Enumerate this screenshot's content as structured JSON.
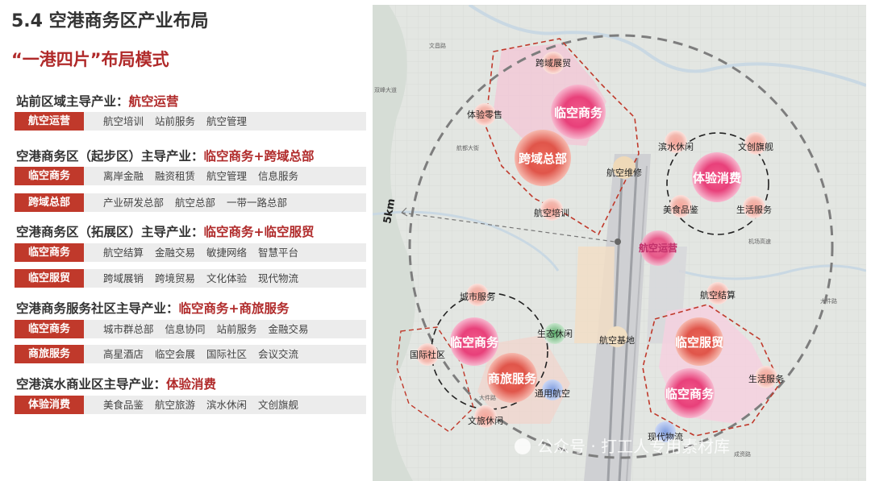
{
  "header": {
    "title": "5.4 空港商务区产业布局",
    "subtitle": "“一港四片”布局模式"
  },
  "sections": [
    {
      "head_prefix": "站前区域主导产业：",
      "head_highlight": "航空运营",
      "rows": [
        {
          "tag": "航空运营",
          "items": [
            "航空培训",
            "站前服务",
            "航空管理"
          ]
        }
      ]
    },
    {
      "head_prefix": "空港商务区（起步区）主导产业：",
      "head_highlight": "临空商务+跨域总部",
      "rows": [
        {
          "tag": "临空商务",
          "items": [
            "离岸金融",
            "融资租赁",
            "航空管理",
            "信息服务"
          ]
        },
        {
          "tag": "跨域总部",
          "items": [
            "产业研发总部",
            "航空总部",
            "一带一路总部"
          ]
        }
      ]
    },
    {
      "head_prefix": "空港商务区（拓展区）主导产业：",
      "head_highlight": "临空商务+临空服贸",
      "rows": [
        {
          "tag": "临空商务",
          "items": [
            "航空结算",
            "金融交易",
            "敏捷网络",
            "智慧平台"
          ]
        },
        {
          "tag": "临空服贸",
          "items": [
            "跨域展销",
            "跨境贸易",
            "文化体验",
            "现代物流"
          ]
        }
      ]
    },
    {
      "head_prefix": "空港商务服务社区主导产业：",
      "head_highlight": "临空商务+商旅服务",
      "rows": [
        {
          "tag": "临空商务",
          "items": [
            "城市群总部",
            "信息协同",
            "站前服务",
            "金融交易"
          ]
        },
        {
          "tag": "商旅服务",
          "items": [
            "高星酒店",
            "临空会展",
            "国际社区",
            "会议交流"
          ]
        }
      ]
    },
    {
      "head_prefix": "空港滨水商业区主导产业：",
      "head_highlight": "体验消费",
      "rows": [
        {
          "tag": "体验消费",
          "items": [
            "美食品鉴",
            "航空旅游",
            "滨水休闲",
            "文创旗舰"
          ]
        }
      ]
    }
  ],
  "map": {
    "radius_label": "5km",
    "big_nodes": [
      "临空商务",
      "跨域总部",
      "体验消费",
      "临空商务",
      "商旅服务",
      "临空服贸",
      "临空商务"
    ],
    "hub_label": "航空运营",
    "small_nodes": [
      "跨域展贸",
      "体验零售",
      "航空维修",
      "航空培训",
      "滨水休闲",
      "文创旗舰",
      "美食品鉴",
      "生活服务",
      "城市服务",
      "国际社区",
      "生态休闲",
      "航空基地",
      "通用航空",
      "文旅休闲",
      "航空结算",
      "生活服务",
      "现代物流"
    ],
    "road_labels": [
      "文昌路",
      "双峰大道",
      "航都大街",
      "机场高速",
      "大件路",
      "大件路",
      "成资路"
    ],
    "watermark": "公众号 · 打工人专用素材库"
  },
  "colors": {
    "accent": "#c0392b",
    "highlight_text": "#b02a2a",
    "tag_row_bg": "#ececec",
    "pink_node": "#e8407a",
    "blue_node": "#7f9de0",
    "green_node": "#55aa66"
  }
}
